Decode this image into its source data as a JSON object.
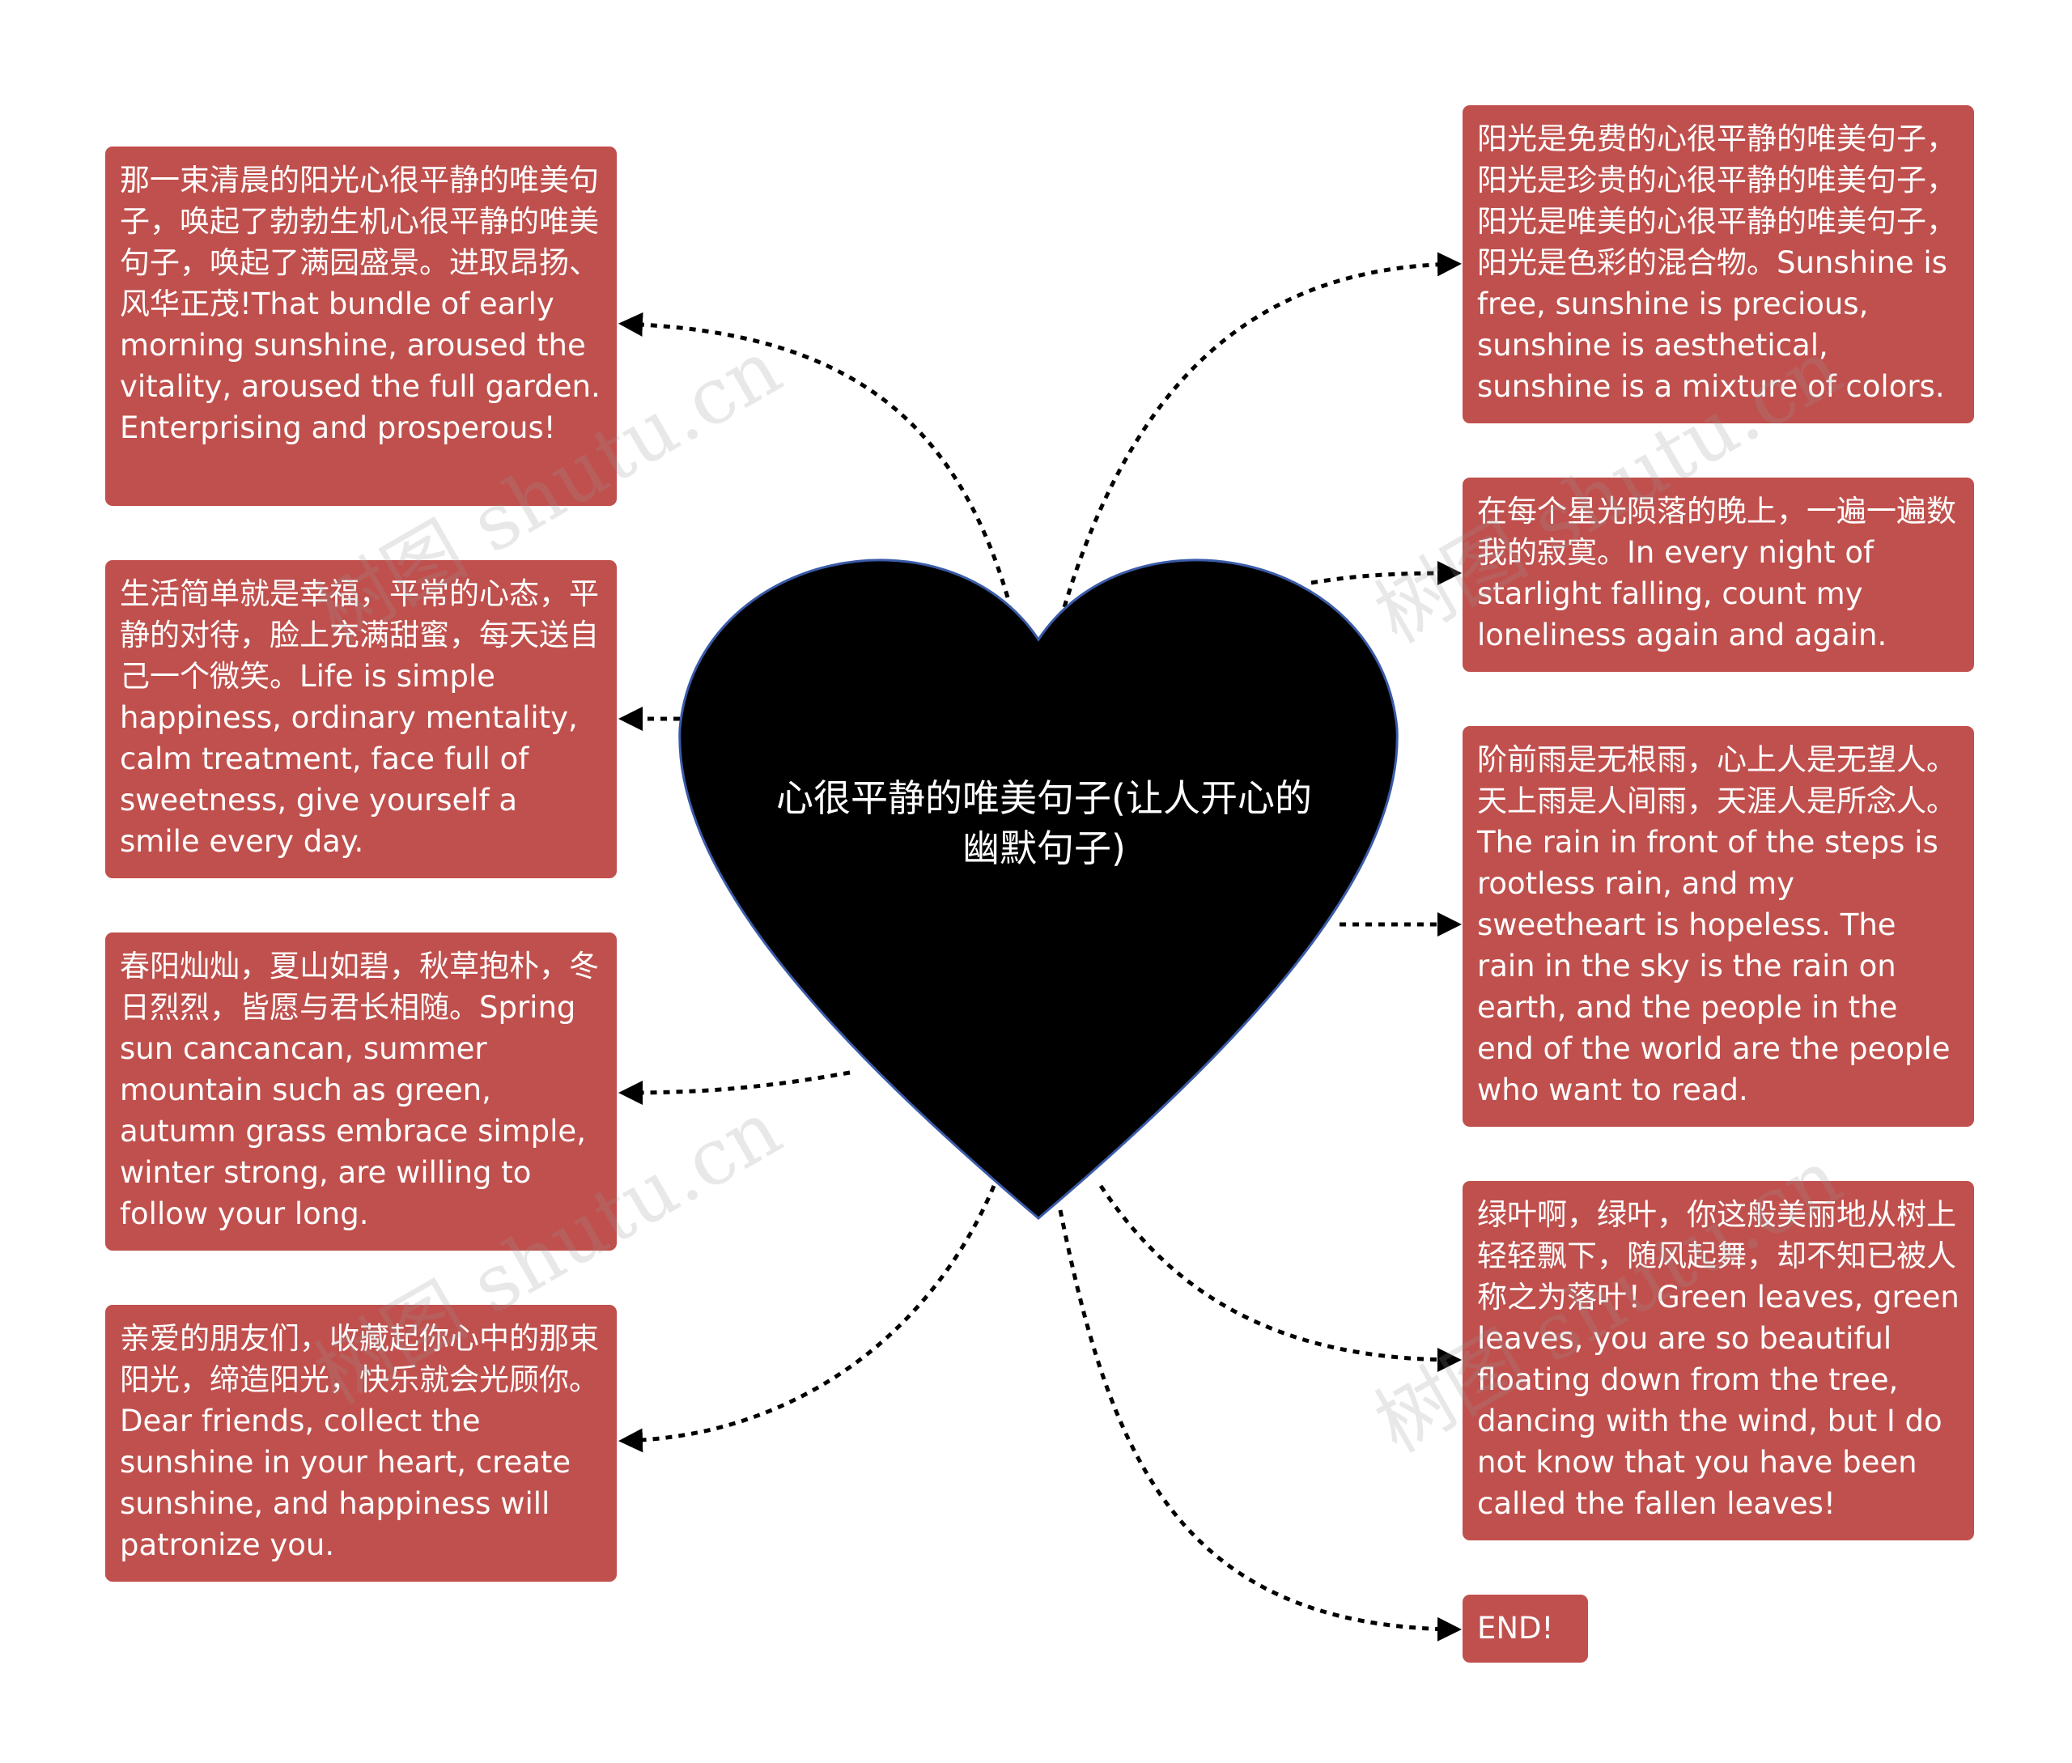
{
  "center": {
    "title": "心很平静的唯美句子(让人开心的幽默句子)"
  },
  "nodes": {
    "left": [
      "那一束清晨的阳光心很平静的唯美句子，唤起了勃勃生机心很平静的唯美句子，唤起了满园盛景。进取昂扬、风华正茂!That bundle of early morning sunshine, aroused the vitality, aroused the full garden. Enterprising and prosperous!",
      "生活简单就是幸福，平常的心态，平静的对待，脸上充满甜蜜，每天送自己一个微笑。Life is simple happiness, ordinary mentality, calm treatment, face full of sweetness, give yourself a smile every day.",
      "春阳灿灿，夏山如碧，秋草抱朴，冬日烈烈，皆愿与君长相随。Spring sun cancancan, summer mountain such as green, autumn grass embrace simple, winter strong, are willing to follow your long.",
      "亲爱的朋友们，收藏起你心中的那束阳光，缔造阳光，快乐就会光顾你。Dear friends, collect the sunshine in your heart, create sunshine, and happiness will patronize you."
    ],
    "right": [
      "阳光是免费的心很平静的唯美句子，阳光是珍贵的心很平静的唯美句子，阳光是唯美的心很平静的唯美句子，阳光是色彩的混合物。Sunshine is free, sunshine is precious, sunshine is aesthetical, sunshine is a mixture of colors.",
      "在每个星光陨落的晚上，一遍一遍数我的寂寞。In every night of starlight falling, count my loneliness again and again.",
      "阶前雨是无根雨，心上人是无望人。天上雨是人间雨，天涯人是所念人。The rain in front of the steps is rootless rain, and my sweetheart is hopeless. The rain in the sky is the rain on earth, and the people in the end of the world are the people who want to read.",
      "绿叶啊，绿叶，你这般美丽地从树上轻轻飘下，随风起舞，却不知已被人称之为落叶！Green leaves, green leaves, you are so beautiful floating down from the tree, dancing with the wind, but I do not know that you have been called the fallen leaves!",
      "END!"
    ]
  },
  "watermark": "树图 shutu.cn",
  "colors": {
    "node_fill": "#c0504d",
    "node_text": "#ffffff",
    "heart_fill": "#000000",
    "heart_stroke": "#3a5ba8",
    "connector": "#000000"
  }
}
